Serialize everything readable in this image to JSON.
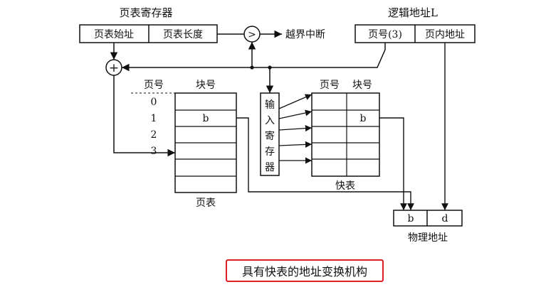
{
  "page_table_register": {
    "title": "页表寄存器",
    "start_addr": "页表始址",
    "length": "页表长度"
  },
  "comparator": {
    "symbol": ">",
    "label": "越界中断"
  },
  "logical_address": {
    "title": "逻辑地址L",
    "page_number": "页号(3)",
    "offset": "页内地址"
  },
  "adder_symbol": "+",
  "page_table": {
    "header_page": "页号",
    "header_block": "块号",
    "page_numbers": [
      "0",
      "1",
      "2",
      "3"
    ],
    "block_values": [
      "",
      "b",
      "",
      "",
      "",
      ""
    ],
    "label": "页表"
  },
  "input_register": {
    "chars": [
      "输",
      "入",
      "寄",
      "存",
      "器"
    ]
  },
  "tlb": {
    "header_page": "页号",
    "header_block": "块号",
    "block_values": [
      "",
      "b",
      "",
      "",
      ""
    ],
    "label": "快表"
  },
  "physical_address": {
    "block": "b",
    "offset": "d",
    "label": "物理地址"
  },
  "caption": "具有快表的地址变换机构",
  "colors": {
    "caption_border": "#e01e25",
    "line": "#111111"
  }
}
